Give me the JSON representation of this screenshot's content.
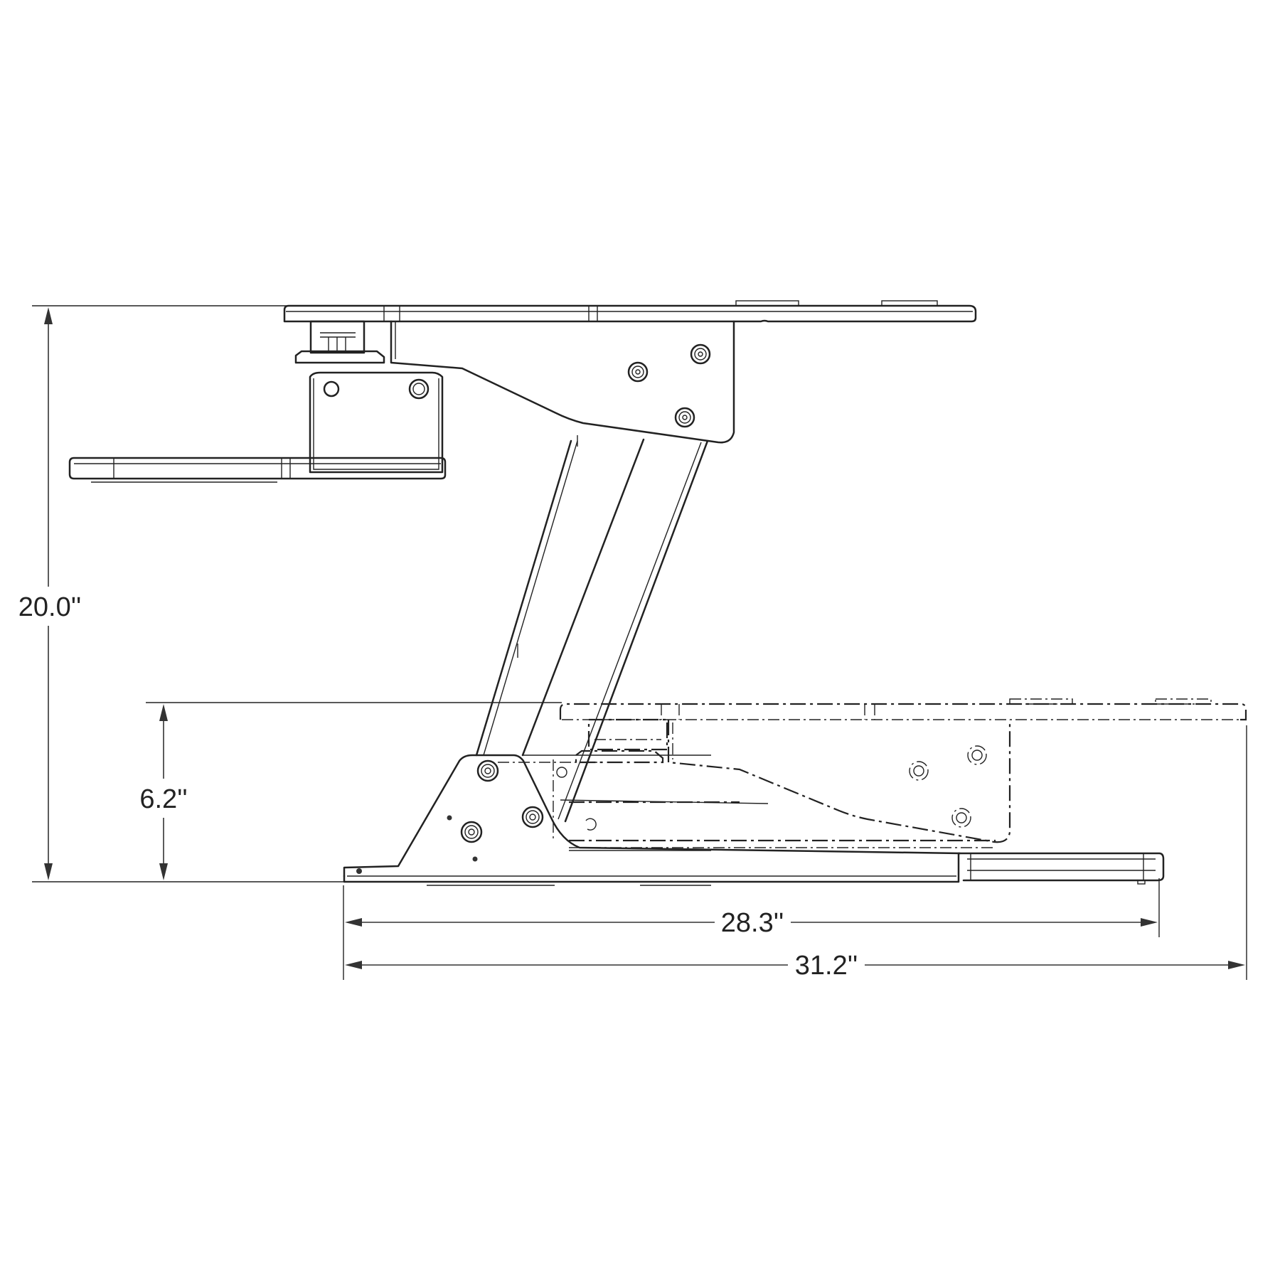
{
  "dimensions": {
    "height_raised": "20.0''",
    "height_lowered": "6.2''",
    "depth_base": "28.3''",
    "depth_overall": "31.2''"
  },
  "colors": {
    "line": "#222222",
    "background": "#ffffff"
  }
}
